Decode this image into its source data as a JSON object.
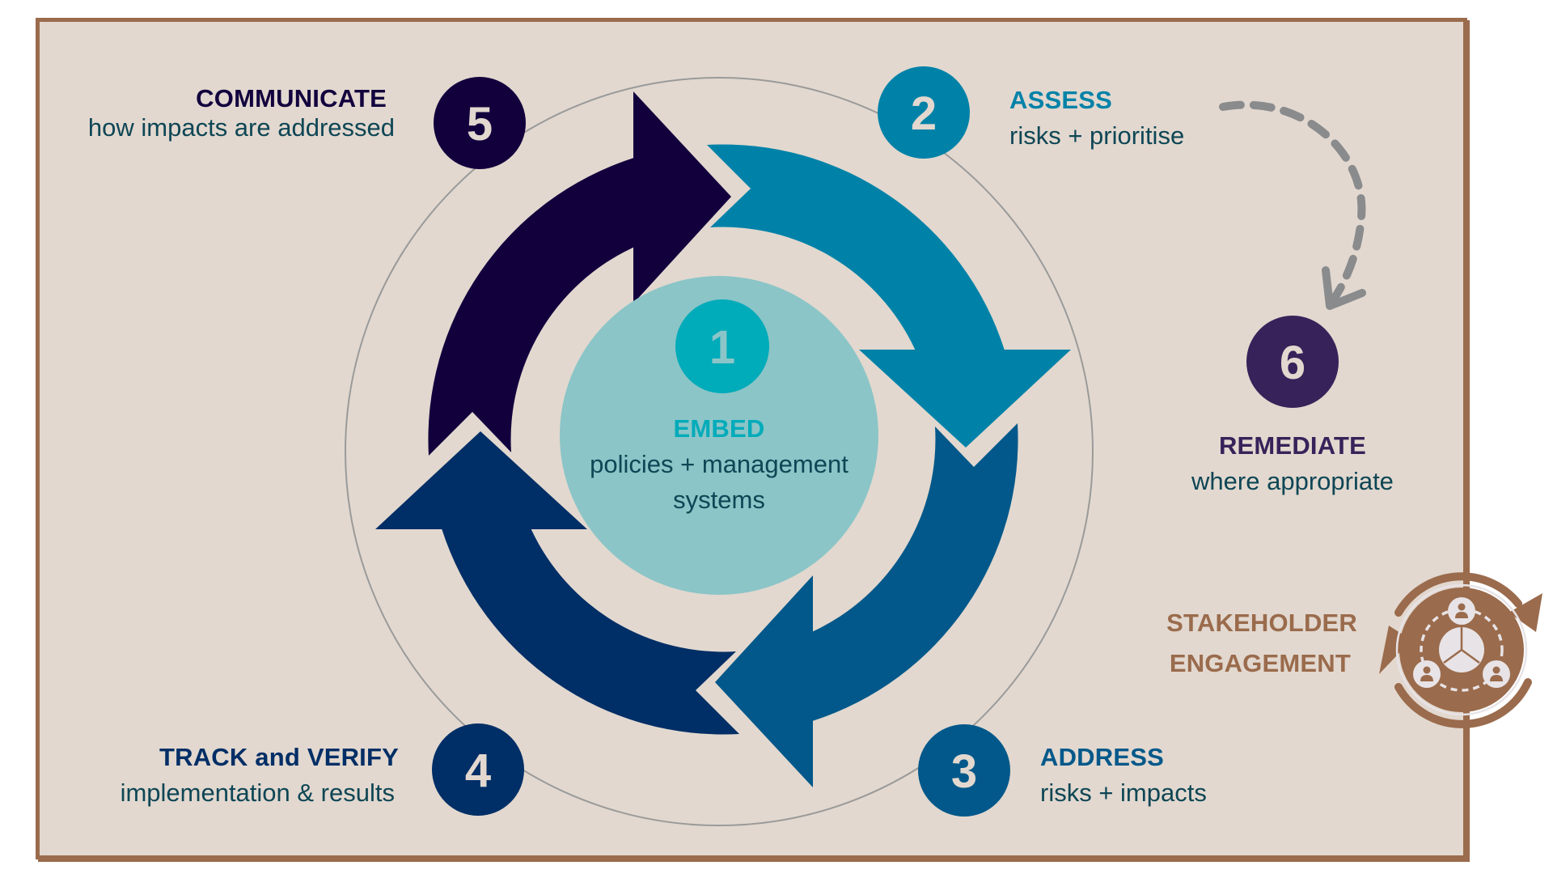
{
  "colors": {
    "background": "#e2d8cf",
    "frame": "#9a6b4c",
    "step1_core": "#8bc5c7",
    "step1_badge": "#00abba",
    "step2": "#0082a8",
    "step3": "#02588a",
    "step4": "#002e66",
    "step5": "#12003d",
    "step6": "#38225a",
    "stakeholder": "#9a6b4c",
    "subtitle_text": "#0e4655",
    "dashed_arrow": "#8a8b8d",
    "ring_line": "#9a9a9a"
  },
  "steps": [
    {
      "number": "1",
      "title": "EMBED",
      "subtitle_line1": "policies + management",
      "subtitle_line2": "systems"
    },
    {
      "number": "2",
      "title": "ASSESS",
      "subtitle": "risks + prioritise"
    },
    {
      "number": "3",
      "title": "ADDRESS",
      "subtitle": "risks + impacts"
    },
    {
      "number": "4",
      "title": "TRACK and VERIFY",
      "subtitle": "implementation & results"
    },
    {
      "number": "5",
      "title": "COMMUNICATE",
      "subtitle": "how impacts are addressed"
    },
    {
      "number": "6",
      "title": "REMEDIATE",
      "subtitle": "where appropriate"
    }
  ],
  "stakeholder": {
    "line1": "STAKEHOLDER",
    "line2": "ENGAGEMENT",
    "icon": "stakeholder-engagement-cycle-icon"
  },
  "cycle": {
    "arrows": [
      "step5-to-step2",
      "step2-to-step3",
      "step3-to-step4",
      "step4-to-step5"
    ],
    "direction": "clockwise"
  }
}
